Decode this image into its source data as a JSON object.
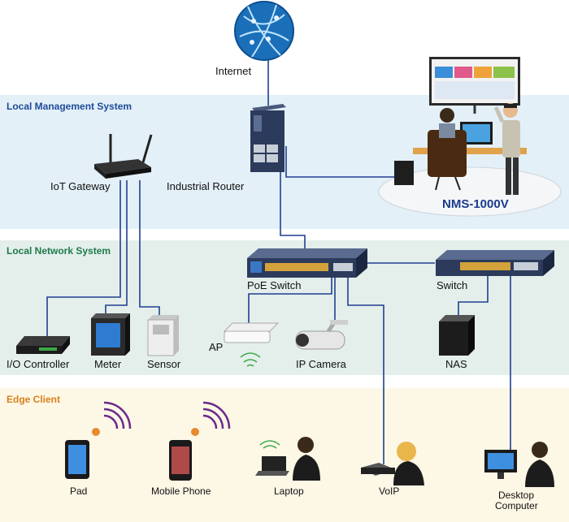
{
  "sections": {
    "management": {
      "title": "Local Management System",
      "color": "#1e4a9a",
      "bg": "#e3f0f8"
    },
    "network": {
      "title": "Local Network System",
      "color": "#1d7a4a",
      "bg": "#e4efeb"
    },
    "edge": {
      "title": "Edge Client",
      "color": "#d9801a",
      "bg": "#fdf7e6"
    }
  },
  "labels": {
    "internet": "Internet",
    "iot_gateway": "IoT Gateway",
    "industrial_router": "Industrial Router",
    "nms": "NMS-1000V",
    "poe_switch": "PoE Switch",
    "switch": "Switch",
    "io_controller": "I/O Controller",
    "meter": "Meter",
    "sensor": "Sensor",
    "ap": "AP",
    "ip_camera": "IP Camera",
    "nas": "NAS",
    "pad": "Pad",
    "mobile_phone": "Mobile Phone",
    "laptop": "Laptop",
    "voip": "VoIP",
    "desktop_computer_line1": "Desktop",
    "desktop_computer_line2": "Computer"
  },
  "colors": {
    "link": "#1f3f8f",
    "device_dark": "#2d3a5a",
    "wifi": "#6a2a8a"
  }
}
